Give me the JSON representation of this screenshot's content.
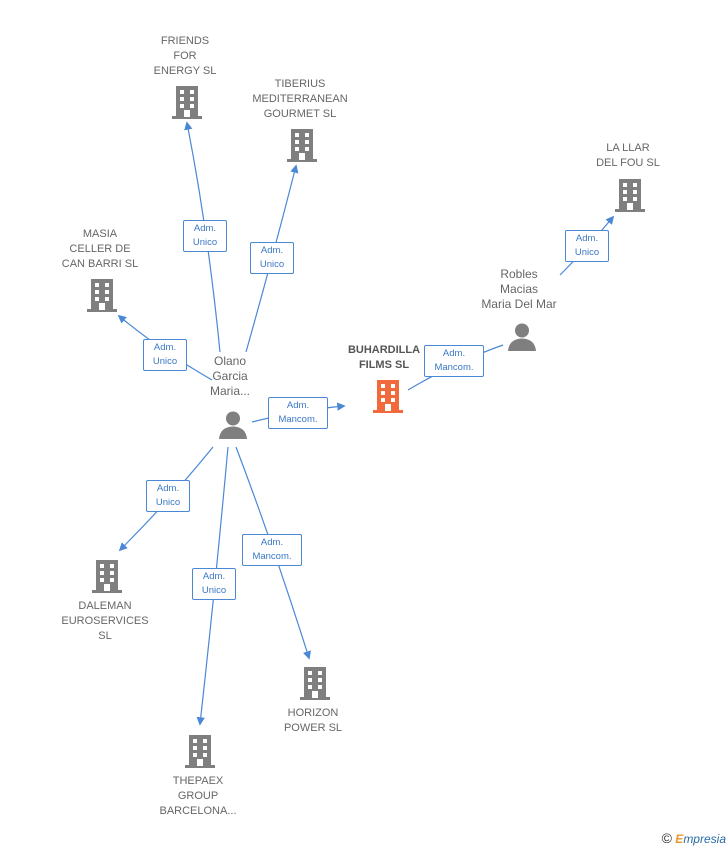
{
  "colors": {
    "edge": "#4a88d6",
    "company": "#7f7f7f",
    "focus_company": "#f26a3c",
    "person": "#7f7f7f"
  },
  "nodes": {
    "friends": {
      "label": "FRIENDS\nFOR\nENERGY  SL",
      "kind": "company"
    },
    "tiberius": {
      "label": "TIBERIUS\nMEDITERRANEAN\nGOURMET  SL",
      "kind": "company"
    },
    "llar": {
      "label": "LA LLAR\nDEL FOU SL",
      "kind": "company"
    },
    "masia": {
      "label": "MASIA\nCELLER DE\nCAN BARRI  SL",
      "kind": "company"
    },
    "robles": {
      "label": "Robles\nMacias\nMaria Del Mar",
      "kind": "person"
    },
    "buhardilla": {
      "label": "BUHARDILLA\nFILMS  SL",
      "kind": "focus"
    },
    "olano": {
      "label": "Olano\nGarcia\nMaria...",
      "kind": "person"
    },
    "daleman": {
      "label": "DALEMAN\nEUROSERVICES\nSL",
      "kind": "company"
    },
    "horizon": {
      "label": "HORIZON\nPOWER  SL",
      "kind": "company"
    },
    "thepaex": {
      "label": "THEPAEX\nGROUP\nBARCELONA...",
      "kind": "company"
    }
  },
  "edges": [
    {
      "id": "olano-friends",
      "label": "Adm.\nUnico"
    },
    {
      "id": "olano-tiberius",
      "label": "Adm.\nUnico"
    },
    {
      "id": "olano-masia",
      "label": "Adm.\nUnico"
    },
    {
      "id": "olano-buhardilla",
      "label": "Adm.\nMancom."
    },
    {
      "id": "robles-buhardilla",
      "label": "Adm.\nMancom."
    },
    {
      "id": "robles-llar",
      "label": "Adm.\nUnico"
    },
    {
      "id": "olano-daleman",
      "label": "Adm.\nUnico"
    },
    {
      "id": "olano-thepaex",
      "label": "Adm.\nUnico"
    },
    {
      "id": "olano-horizon",
      "label": "Adm.\nMancom."
    }
  ],
  "footer": {
    "copyright": "©",
    "brand_first": "E",
    "brand_rest": "mpresia"
  }
}
